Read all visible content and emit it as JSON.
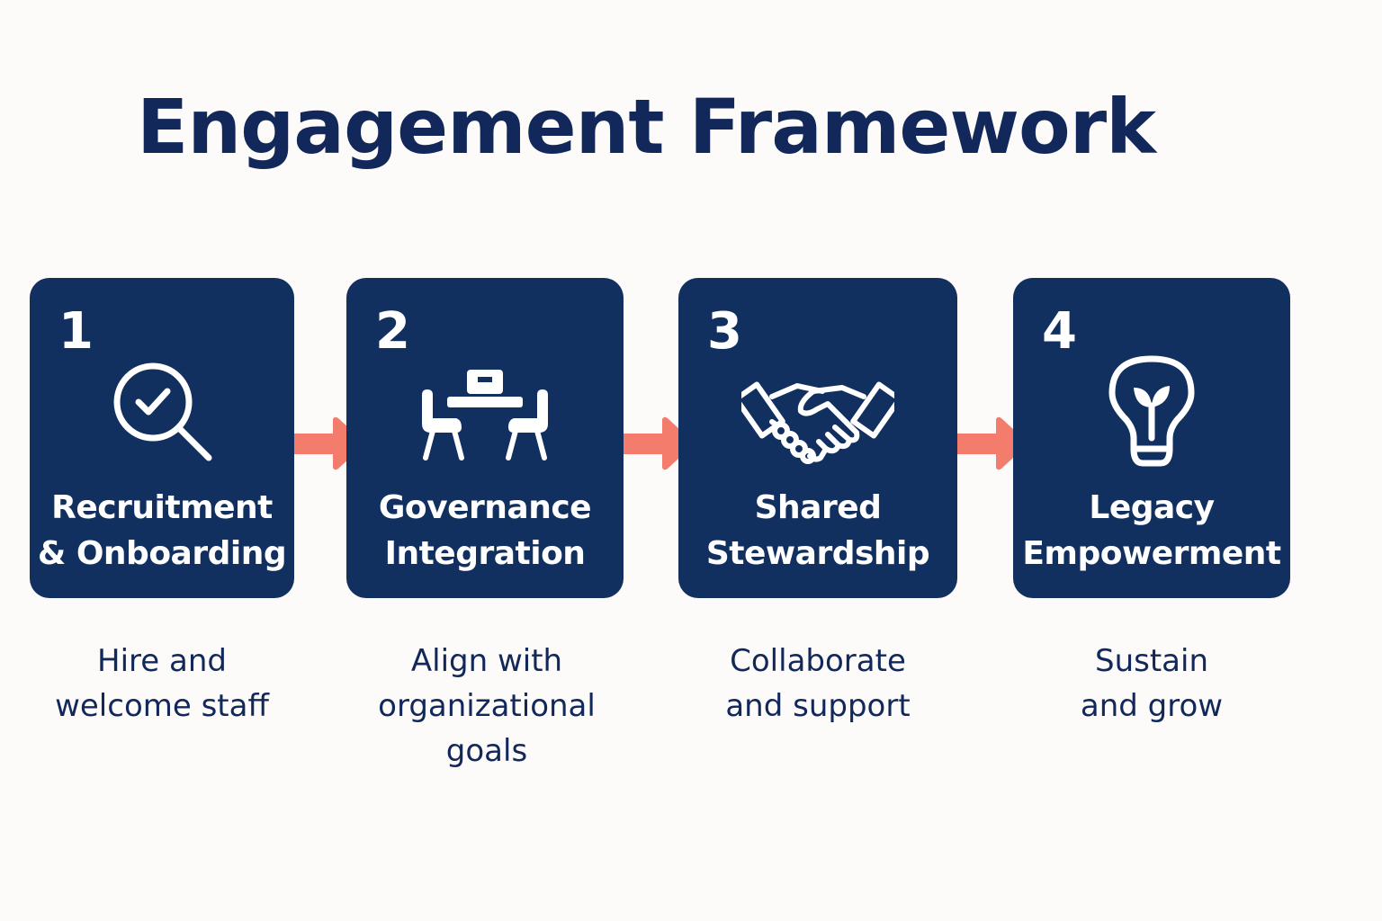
{
  "title": "Engagement Framework",
  "colors": {
    "background": "#fcfbf9",
    "card": "#12305f",
    "title_text": "#12285a",
    "arrow": "#f47c6c",
    "card_text": "#ffffff"
  },
  "steps": [
    {
      "number": "1",
      "label_line1": "Recruitment",
      "label_line2": "& Onboarding",
      "icon": "magnifier-check-icon",
      "desc_line1": "Hire and",
      "desc_line2": "welcome staff",
      "desc_line3": ""
    },
    {
      "number": "2",
      "label_line1": "Governance",
      "label_line2": "Integration",
      "icon": "meeting-table-icon",
      "desc_line1": "Align with",
      "desc_line2": "organizational",
      "desc_line3": "goals"
    },
    {
      "number": "3",
      "label_line1": "Shared",
      "label_line2": "Stewardship",
      "icon": "handshake-icon",
      "desc_line1": "Collaborate",
      "desc_line2": "and support",
      "desc_line3": ""
    },
    {
      "number": "4",
      "label_line1": "Legacy",
      "label_line2": "Empowerment",
      "icon": "lightbulb-sprout-icon",
      "desc_line1": "Sustain",
      "desc_line2": "and grow",
      "desc_line3": ""
    }
  ]
}
